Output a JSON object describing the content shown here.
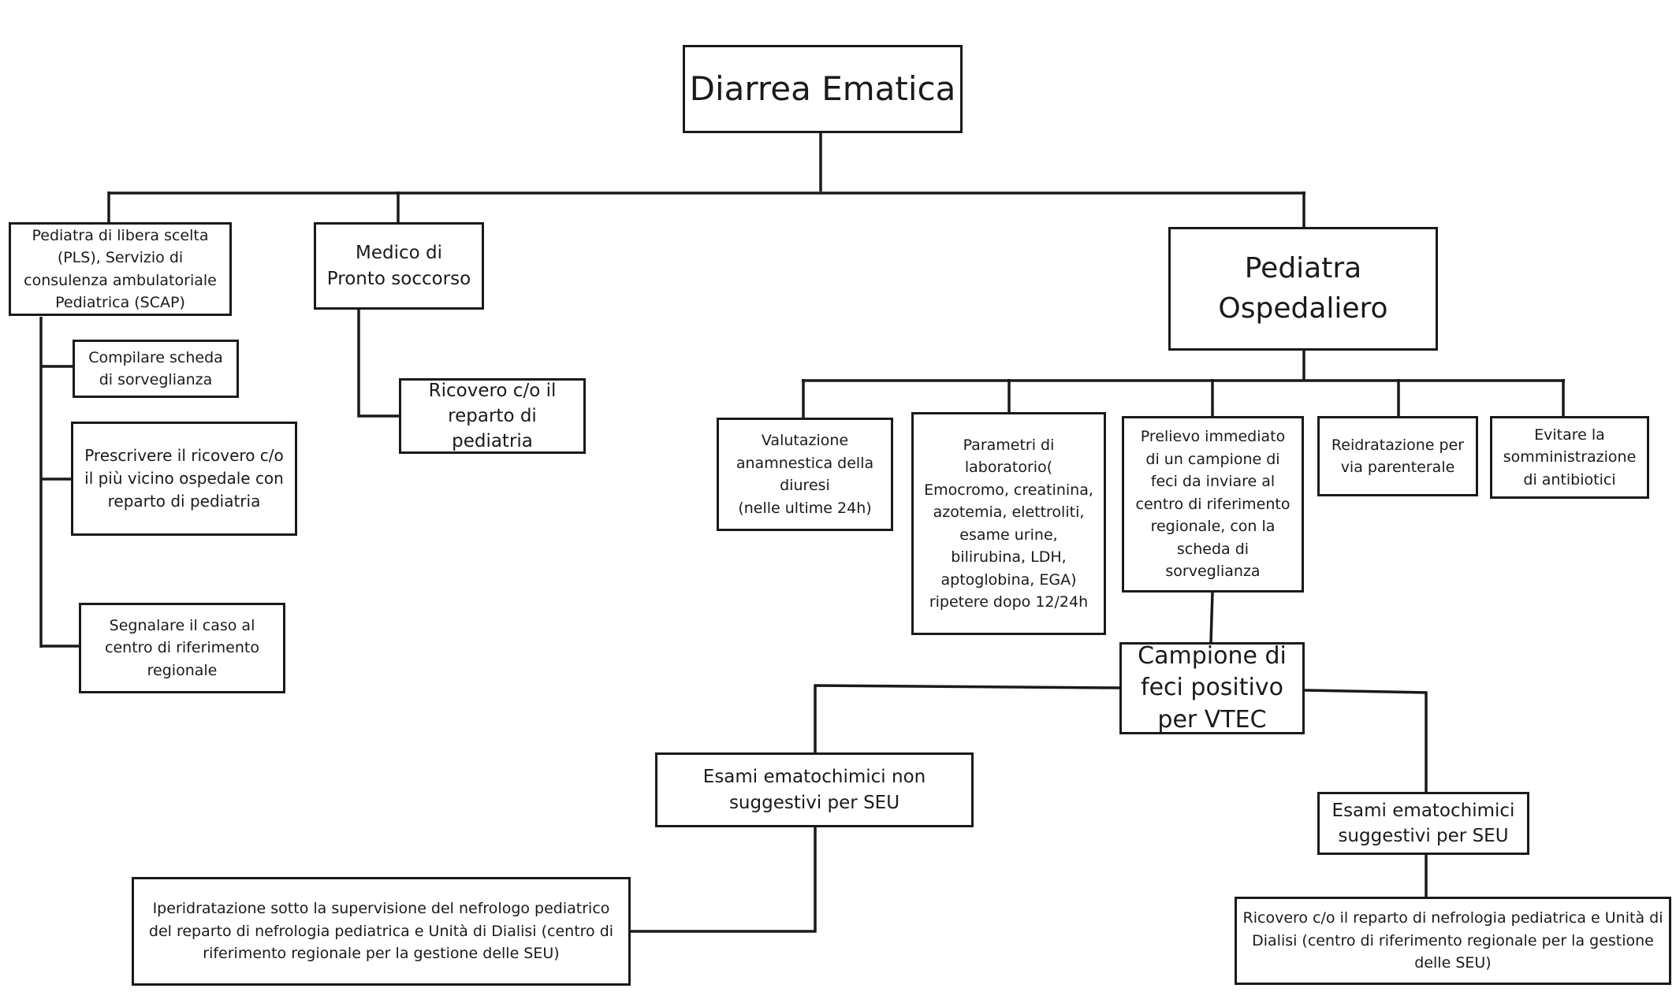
{
  "nodes": {
    "root": "Diarrea Ematica",
    "pls": "Pediatra di libera scelta\n(PLS), Servizio di\nconsulenza ambulatoriale\nPediatrica (SCAP)",
    "ps": "Medico di\nPronto soccorso",
    "osp": "Pediatra\nOspedaliero",
    "pls_scheda": "Compilare scheda\ndi sorveglianza",
    "pls_ricovero": "Prescrivere il ricovero c/o\nil più vicino ospedale con\nreparto di pediatria",
    "pls_segnalare": "Segnalare il caso al\ncentro di riferimento\nregionale",
    "ps_ricovero": "Ricovero c/o il\nreparto di\npediatria",
    "valutazione": "Valutazione\nanamnestica della\ndiuresi\n(nelle ultime 24h)",
    "parametri": "Parametri di\nlaboratorio(\nEmocromo, creatinina,\nazotemia, elettroliti,\nesame urine,\nbilirubina, LDH,\naptoglobina, EGA)\nripetere dopo 12/24h",
    "prelievo": "Prelievo immediato\ndi un campione di\nfeci da inviare al\ncentro di riferimento\nregionale, con la\nscheda di\nsorveglianza",
    "reidratazione": "Reidratazione per\nvia parenterale",
    "antibiotici": "Evitare la\nsomministrazione\ndi antibiotici",
    "campione": "Campione di\nfeci positivo\nper VTEC",
    "non_suggestivi": "Esami ematochimici non\nsuggestivi per SEU",
    "suggestivi": "Esami ematochimici\nsuggestivi per SEU",
    "iperidratazione": "Iperidratazione sotto la supervisione del nefrologo pediatrico\ndel reparto di nefrologia pediatrica e Unità di Dialisi (centro di\nriferimento regionale per la gestione delle SEU)",
    "ricovero_nefro": "Ricovero c/o il reparto di nefrologia pediatrica e Unità di\nDialisi (centro di riferimento regionale per la gestione\ndelle SEU)"
  }
}
